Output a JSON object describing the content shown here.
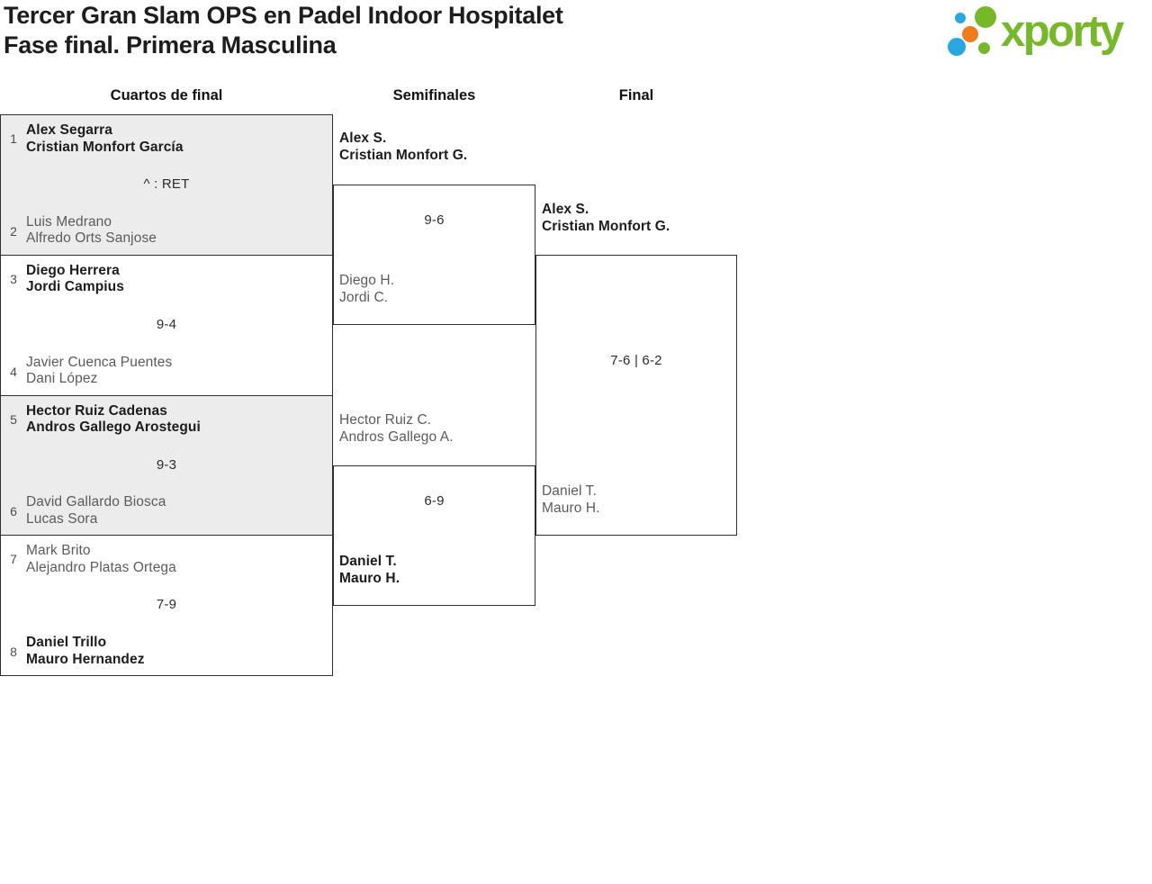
{
  "title": {
    "line1": "Tercer Gran Slam OPS en Padel Indoor Hospitalet",
    "line2": "Fase final. Primera Masculina"
  },
  "logo": {
    "wordmark": "xporty"
  },
  "colors": {
    "logo_green": "#76b82a",
    "logo_blue": "#29a8e0",
    "logo_orange": "#ee7b1c",
    "cell_gray": "#ececec",
    "bracket_line": "#2e2e2e",
    "winner_text": "#1c1c1c",
    "loser_text": "#5b5b5b"
  },
  "round_headers": {
    "quarterfinals": "Cuartos de final",
    "semifinals": "Semifinales",
    "final": "Final"
  },
  "quarterfinals": [
    {
      "seed_top": "1",
      "team_top_1": "Alex Segarra",
      "team_top_2": "Cristian Monfort García",
      "top_winner": true,
      "score": "^ : RET",
      "seed_bottom": "2",
      "team_bottom_1": "Luis Medrano",
      "team_bottom_2": "Alfredo Orts Sanjose",
      "bottom_winner": false
    },
    {
      "seed_top": "3",
      "team_top_1": "Diego Herrera",
      "team_top_2": "Jordi Campius",
      "top_winner": true,
      "score": "9-4",
      "seed_bottom": "4",
      "team_bottom_1": "Javier Cuenca Puentes",
      "team_bottom_2": "Dani López",
      "bottom_winner": false
    },
    {
      "seed_top": "5",
      "team_top_1": "Hector Ruiz Cadenas",
      "team_top_2": "Andros Gallego Arostegui",
      "top_winner": true,
      "score": "9-3",
      "seed_bottom": "6",
      "team_bottom_1": "David Gallardo Biosca",
      "team_bottom_2": "Lucas Sora",
      "bottom_winner": false
    },
    {
      "seed_top": "7",
      "team_top_1": "Mark Brito",
      "team_top_2": "Alejandro Platas Ortega",
      "top_winner": false,
      "score": "7-9",
      "seed_bottom": "8",
      "team_bottom_1": "Daniel Trillo",
      "team_bottom_2": "Mauro Hernandez",
      "bottom_winner": true
    }
  ],
  "semifinals": [
    {
      "team_top_1": "Alex S.",
      "team_top_2": "Cristian Monfort G.",
      "top_winner": true,
      "score": "9-6",
      "team_bottom_1": "Diego H.",
      "team_bottom_2": "Jordi C.",
      "bottom_winner": false
    },
    {
      "team_top_1": "Hector Ruiz C.",
      "team_top_2": "Andros Gallego A.",
      "top_winner": false,
      "score": "6-9",
      "team_bottom_1": "Daniel T.",
      "team_bottom_2": "Mauro H.",
      "bottom_winner": true
    }
  ],
  "final": {
    "team_top_1": "Alex S.",
    "team_top_2": "Cristian Monfort G.",
    "top_winner": true,
    "score": "7-6 | 6-2",
    "team_bottom_1": "Daniel T.",
    "team_bottom_2": "Mauro H.",
    "bottom_winner": false
  }
}
